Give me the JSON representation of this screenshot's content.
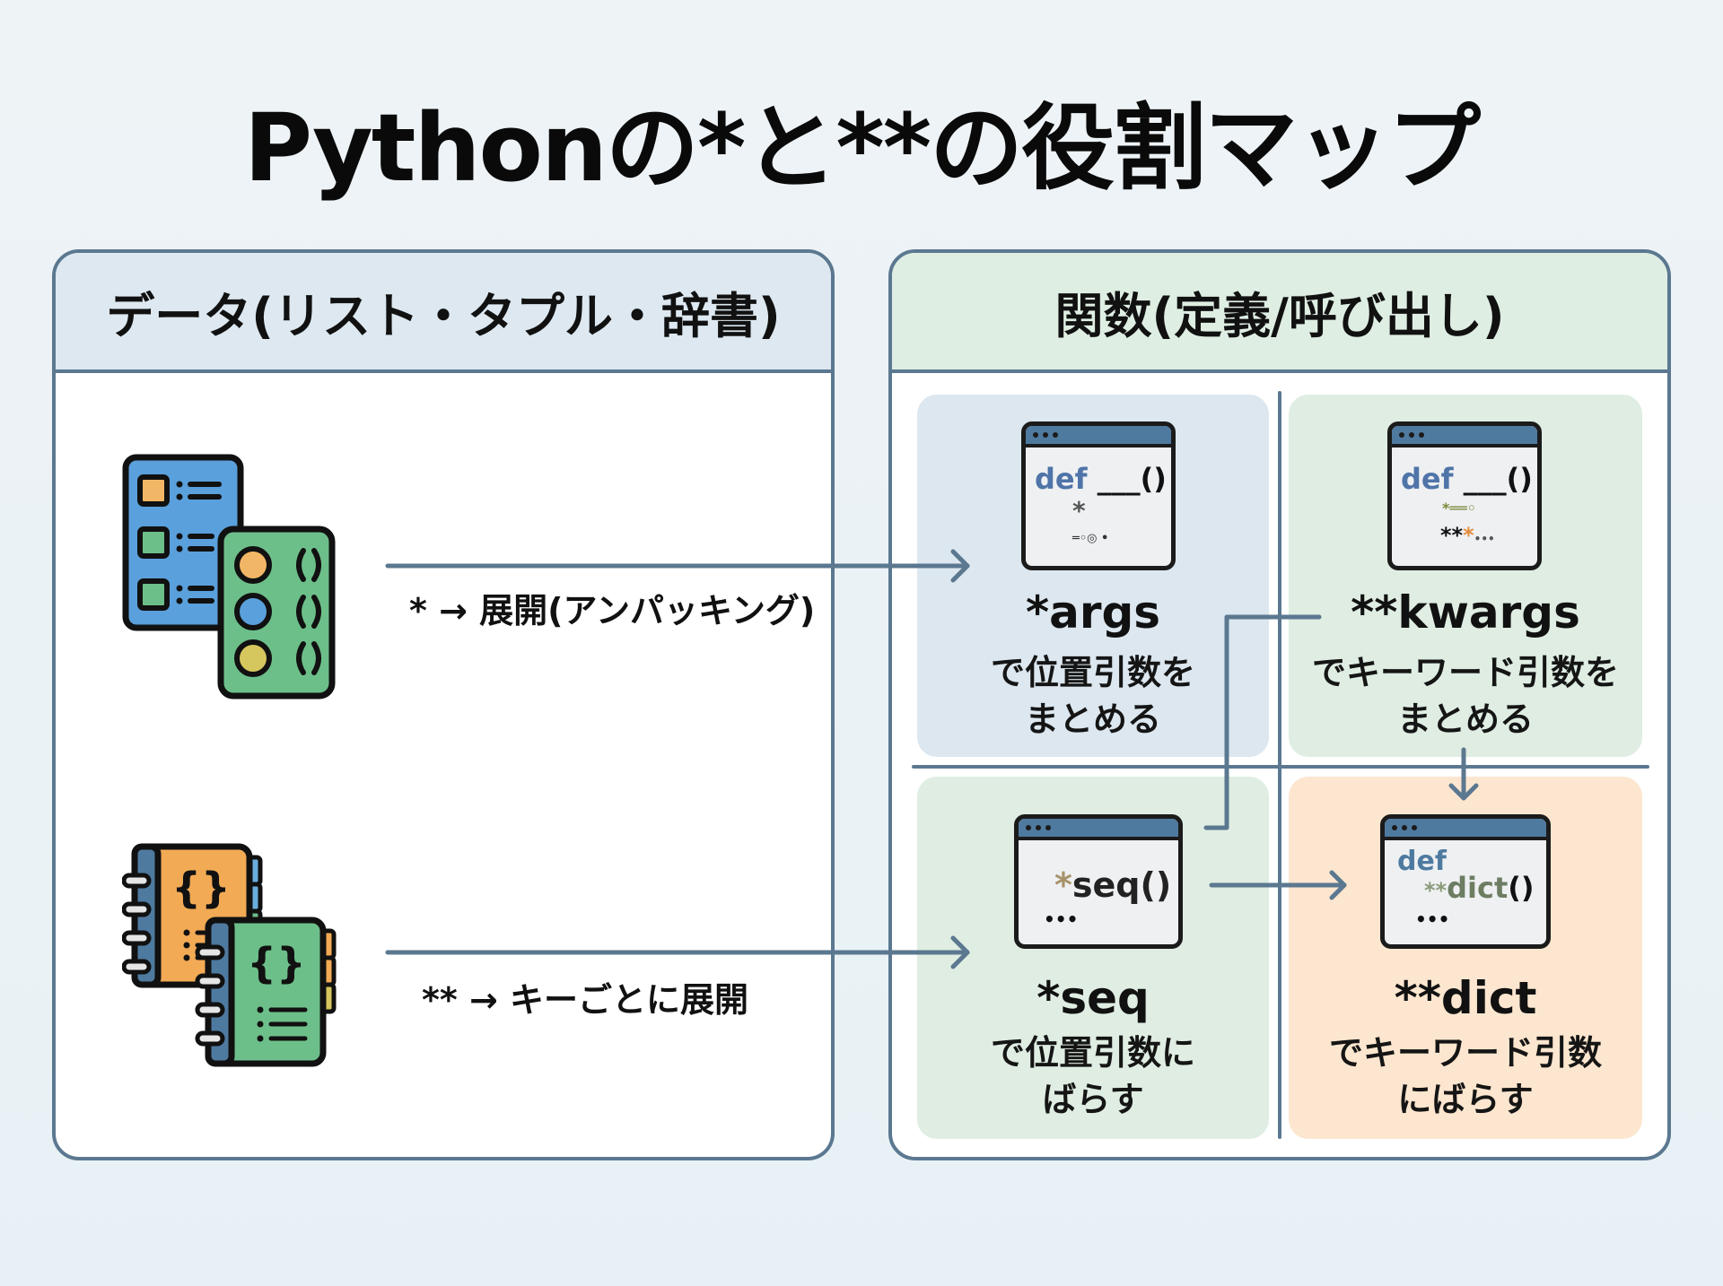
{
  "title": "Pythonの*と**の役割マップ",
  "colors": {
    "border": "#5b7890",
    "data_header_bg": "#dde8f0",
    "function_header_bg": "#dfeee3",
    "args_cell_bg": "#dce7ef",
    "kwargs_cell_bg": "#dfede2",
    "seq_cell_bg": "#dfede2",
    "dict_cell_bg": "#fde6cf",
    "connector": "#5b7890",
    "code_keyword": "#4f74a8"
  },
  "data_panel": {
    "header": "データ(リスト・タプル・辞書)",
    "rows": [
      {
        "icon": "list-tuple-icon",
        "label": "* → 展開(アンパッキング)"
      },
      {
        "icon": "dictionary-notebook-icon",
        "label": "** → キーごとに展開"
      }
    ]
  },
  "function_panel": {
    "header": "関数(定義/呼び出し)",
    "cells": [
      {
        "id": "args",
        "code": {
          "line1_keyword": "def",
          "line1_rest": "___()",
          "line2": "*",
          "line3": "═◦◎ •"
        },
        "title": "*args",
        "desc_line1": "で位置引数を",
        "desc_line2": "まとめる"
      },
      {
        "id": "kwargs",
        "code": {
          "line1_keyword": "def",
          "line1_rest": "___()",
          "line2": "*══◦",
          "line3_dark": "**",
          "line3_accent": "*",
          "line3_tail": "•••"
        },
        "title": "**kwargs",
        "desc_line1": "でキーワード引数を",
        "desc_line2": "まとめる"
      },
      {
        "id": "seq",
        "code": {
          "line1_star": "*",
          "line1_rest": "seq()",
          "line2": "•••"
        },
        "title": "*seq",
        "desc_line1": "で位置引数に",
        "desc_line2": "ばらす"
      },
      {
        "id": "dict",
        "code": {
          "line1_keyword": "def",
          "line2_stars": "**",
          "line2_name": "dict",
          "line2_parens": "()",
          "line3": "•••"
        },
        "title": "**dict",
        "desc_line1": "でキーワード引数",
        "desc_line2": "にばらす"
      }
    ]
  }
}
